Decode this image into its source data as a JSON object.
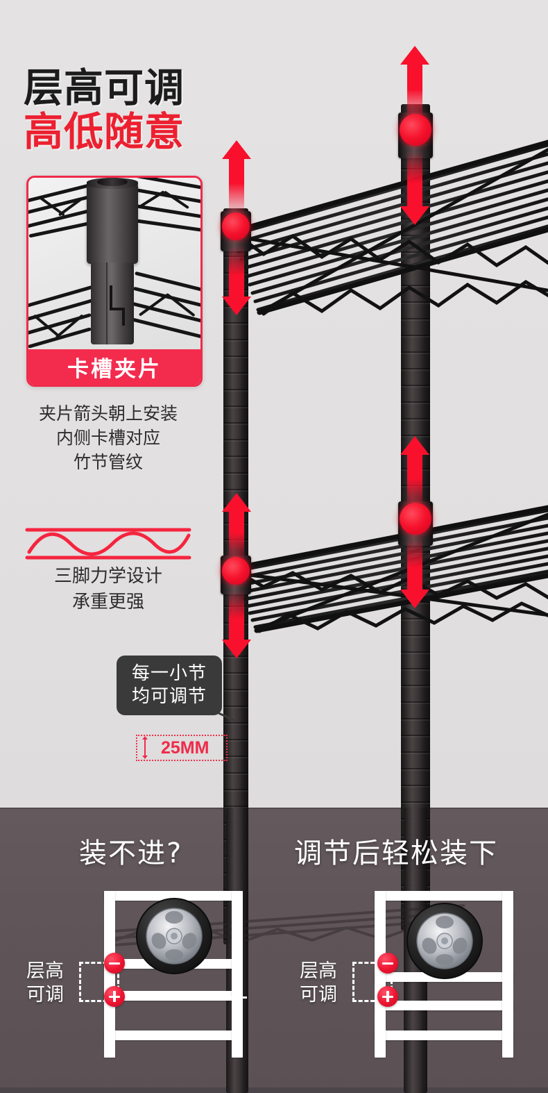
{
  "headline": {
    "line1": "层高可调",
    "line2": "高低随意",
    "color_black": "#1c1c1c",
    "color_red": "#ec2030"
  },
  "inset": {
    "caption": "卡槽夹片",
    "caption_bg": "#f32c4e",
    "border_color": "#ef2b4a",
    "photo_alt": "pole-collar-clip-closeup"
  },
  "instructions": {
    "line1": "夹片箭头朝上安装",
    "line2": "内侧卡槽对应",
    "line3": "竹节管纹"
  },
  "feature": {
    "wave_color": "#f5253f",
    "line1": "三脚力学设计",
    "line2": "承重更强"
  },
  "callout": {
    "line1": "每一小节",
    "line2": "均可调节",
    "bg": "#3a3a3a"
  },
  "measure": {
    "value": "25MM",
    "color": "#ef2b4a"
  },
  "rack": {
    "accent_red": "#f8102c",
    "marker_color": "#f5122c",
    "pole_color": "#2e2a2b"
  },
  "comparison": {
    "bg": "#5f5559",
    "left": {
      "title": "装不进?",
      "label_line1": "层高",
      "label_line2": "可调",
      "minus_icon": "minus-badge",
      "plus_icon": "plus-badge",
      "tire_alt": "wheel-tire"
    },
    "right": {
      "title": "调节后轻松装下",
      "label_line1": "层高",
      "label_line2": "可调",
      "minus_icon": "minus-badge",
      "plus_icon": "plus-badge",
      "tire_alt": "wheel-tire"
    }
  },
  "background": {
    "top": "#e2e0e0",
    "bottom": "#5f5559"
  }
}
